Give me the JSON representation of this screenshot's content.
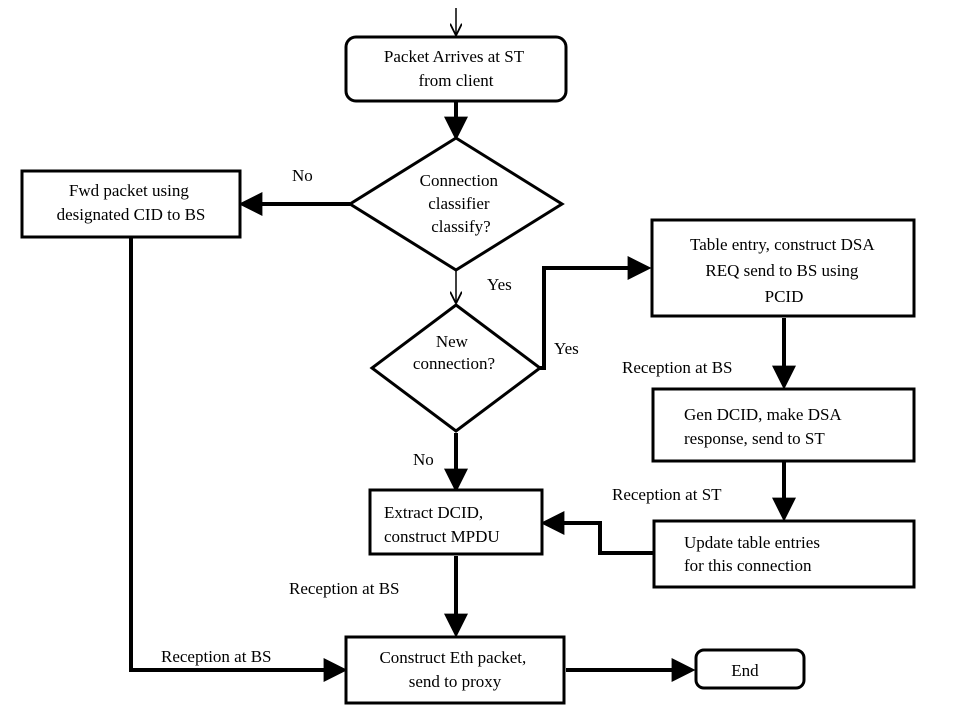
{
  "nodes": {
    "packet_arrives": {
      "lines": [
        "Packet Arrives at ST",
        "from client"
      ]
    },
    "classifier": {
      "lines": [
        "Connection",
        "classifier",
        "classify?"
      ]
    },
    "fwd_packet": {
      "lines": [
        "Fwd packet using",
        "designated CID to BS"
      ]
    },
    "new_connection": {
      "lines": [
        "New",
        "connection?"
      ]
    },
    "table_entry": {
      "lines": [
        "Table entry, construct DSA",
        "REQ send to BS using",
        "PCID"
      ]
    },
    "gen_dcid": {
      "lines": [
        "Gen DCID, make DSA",
        "response, send  to ST"
      ]
    },
    "update_table": {
      "lines": [
        "Update table entries",
        "for this connection"
      ]
    },
    "extract_dcid": {
      "lines": [
        "Extract DCID,",
        "construct MPDU"
      ]
    },
    "construct_eth": {
      "lines": [
        "Construct Eth packet,",
        "send to proxy"
      ]
    },
    "end": {
      "lines": [
        "End"
      ]
    }
  },
  "edge_labels": {
    "classifier_no": "No",
    "classifier_yes": "Yes",
    "new_conn_yes": "Yes",
    "new_conn_no": "No",
    "reception_bs_1": "Reception at BS",
    "reception_st": "Reception at ST",
    "reception_bs_2": "Reception at BS",
    "reception_bs_3": "Reception at BS"
  }
}
